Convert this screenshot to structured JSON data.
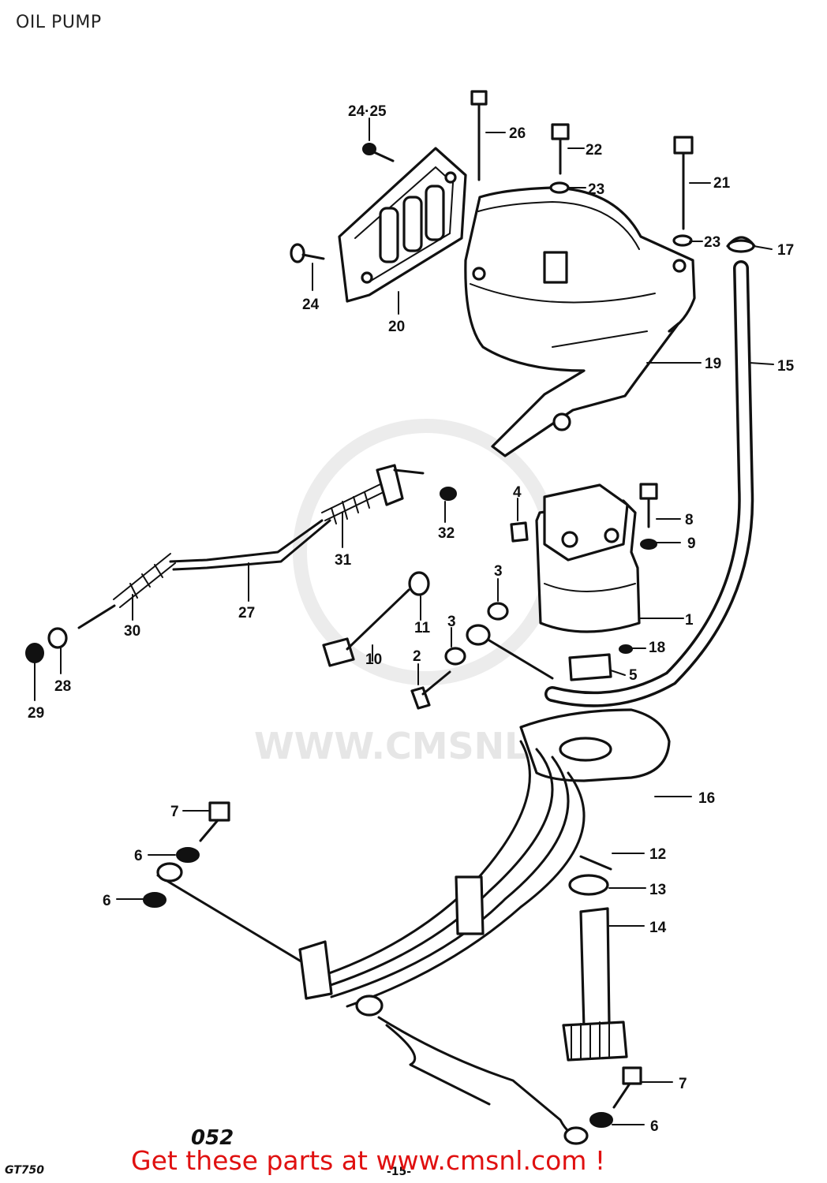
{
  "title": "OIL PUMP",
  "footer_link": "Get these parts at www.cmsnl.com !",
  "watermark_text": "WWW.CMSNL.COM",
  "diagram_code": "052",
  "model_code": "GT750",
  "page_number": "-15-",
  "callouts": {
    "c24_25": "24·25",
    "c26": "26",
    "c22": "22",
    "c23a": "23",
    "c21": "21",
    "c23b": "23",
    "c17": "17",
    "c24": "24",
    "c20": "20",
    "c19": "19",
    "c15": "15",
    "c32": "32",
    "c31": "31",
    "c4": "4",
    "c8": "8",
    "c9": "9",
    "c3a": "3",
    "c1": "1",
    "c27": "27",
    "c30": "30",
    "c11": "11",
    "c3b": "3",
    "c18": "18",
    "c28": "28",
    "c10": "10",
    "c2": "2",
    "c5": "5",
    "c29": "29",
    "c16": "16",
    "c7a": "7",
    "c6a": "6",
    "c6b": "6",
    "c12": "12",
    "c13": "13",
    "c14": "14",
    "c7b": "7",
    "c6c": "6"
  }
}
